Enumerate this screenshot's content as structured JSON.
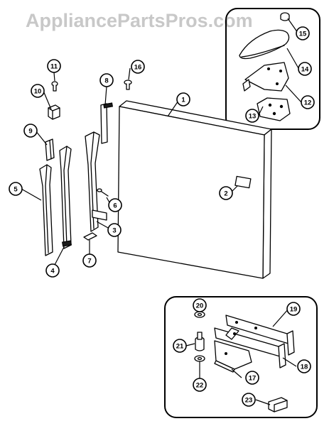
{
  "watermark": "AppliancePartsPros.com",
  "callouts": [
    {
      "id": "c1",
      "label": "1"
    },
    {
      "id": "c2",
      "label": "2"
    },
    {
      "id": "c3",
      "label": "3"
    },
    {
      "id": "c4",
      "label": "4"
    },
    {
      "id": "c5",
      "label": "5"
    },
    {
      "id": "c6",
      "label": "6"
    },
    {
      "id": "c7",
      "label": "7"
    },
    {
      "id": "c8",
      "label": "8"
    },
    {
      "id": "c9",
      "label": "9"
    },
    {
      "id": "c10",
      "label": "10"
    },
    {
      "id": "c11",
      "label": "11"
    },
    {
      "id": "c12",
      "label": "12"
    },
    {
      "id": "c13",
      "label": "13"
    },
    {
      "id": "c14",
      "label": "14"
    },
    {
      "id": "c15",
      "label": "15"
    },
    {
      "id": "c16",
      "label": "16"
    },
    {
      "id": "c17",
      "label": "17"
    },
    {
      "id": "c18",
      "label": "18"
    },
    {
      "id": "c19",
      "label": "19"
    },
    {
      "id": "c20",
      "label": "20"
    },
    {
      "id": "c21",
      "label": "21"
    },
    {
      "id": "c22",
      "label": "22"
    },
    {
      "id": "c23",
      "label": "23"
    }
  ]
}
